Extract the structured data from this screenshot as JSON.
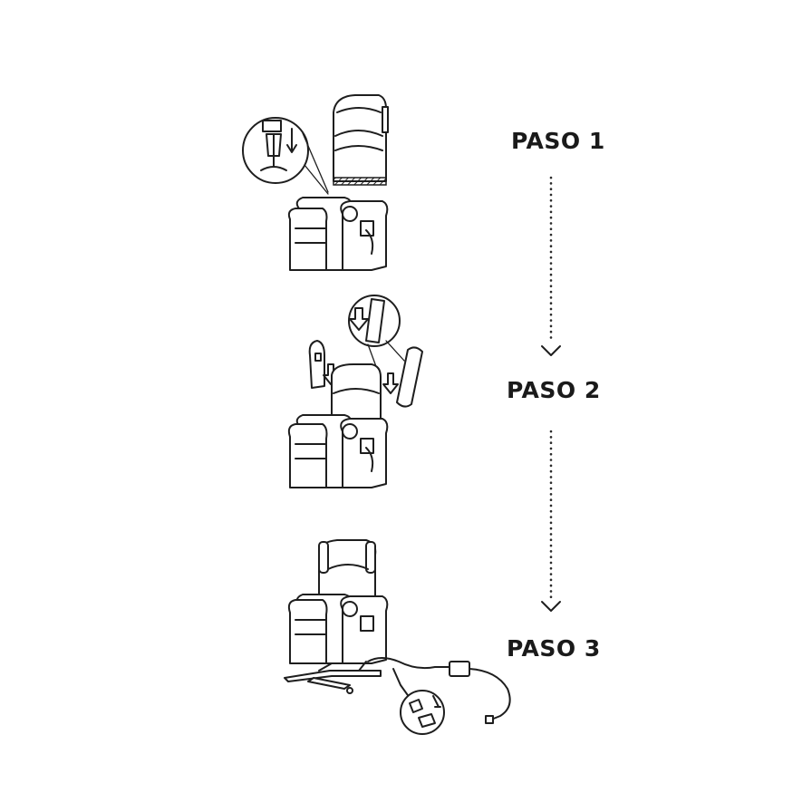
{
  "steps": [
    {
      "label": "PASO 1"
    },
    {
      "label": "PASO 2"
    },
    {
      "label": "PASO 3"
    }
  ],
  "colors": {
    "line": "#1e1e1e",
    "background": "#ffffff",
    "text": "#1a1a1a"
  }
}
